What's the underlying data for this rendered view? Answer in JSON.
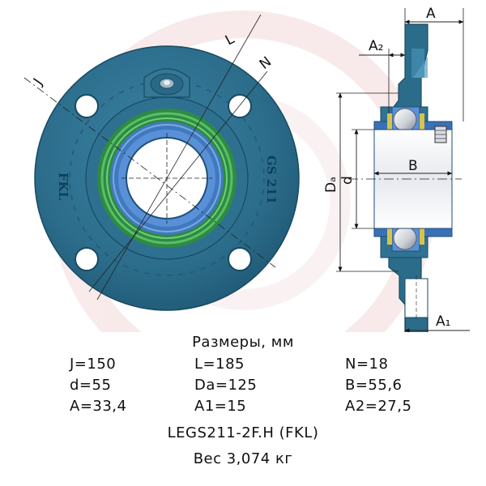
{
  "drawing": {
    "labels": {
      "J": "J",
      "L": "L",
      "N": "N",
      "A": "A",
      "A2": "A₂",
      "A1": "A₁",
      "B": "B",
      "Da": "Dₐ",
      "d": "d"
    },
    "stamps": {
      "brand": "FKL",
      "model": "GS 211"
    },
    "colors": {
      "housing": "#2b6c8a",
      "housing_dark": "#1d5470",
      "seal_green": "#3aa84a",
      "inner_blue": "#4a7fc8",
      "bore": "#ffffff",
      "watermark": "#f2dada"
    }
  },
  "specs": {
    "title": "Размеры, мм",
    "rows": [
      [
        "J=150",
        "L=185",
        "N=18"
      ],
      [
        "d=55",
        "Da=125",
        "B=55,6"
      ],
      [
        "A=33,4",
        "A1=15",
        "A2=27,5"
      ]
    ],
    "model": "LEGS211-2F.H (FKL)",
    "weight": "Вес 3,074 кг"
  }
}
